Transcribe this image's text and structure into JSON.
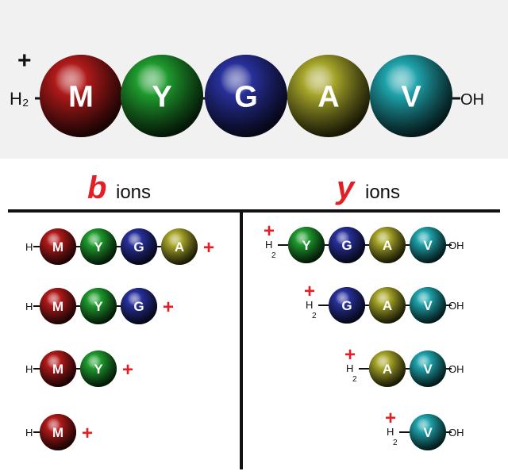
{
  "colors": {
    "M": "#b01a1a",
    "Y": "#1f9a2e",
    "G": "#28309a",
    "A": "#a6a52a",
    "V": "#1fa3ab",
    "accent_red": "#e31e24",
    "top_band": "#f1f1f1",
    "line": "#111111"
  },
  "peptide": {
    "residues": [
      "M",
      "Y",
      "G",
      "A",
      "V"
    ],
    "n_term_charge": "+",
    "n_term": "H₂",
    "c_term": "OH"
  },
  "b_ions": {
    "heading_letter": "b",
    "heading_word": "ions",
    "fragments": [
      {
        "residues": [
          "M",
          "Y",
          "G",
          "A"
        ],
        "n_term": "H",
        "charge": "+"
      },
      {
        "residues": [
          "M",
          "Y",
          "G"
        ],
        "n_term": "H",
        "charge": "+"
      },
      {
        "residues": [
          "M",
          "Y"
        ],
        "n_term": "H",
        "charge": "+"
      },
      {
        "residues": [
          "M"
        ],
        "n_term": "H",
        "charge": "+"
      }
    ]
  },
  "y_ions": {
    "heading_letter": "y",
    "heading_word": "ions",
    "fragments": [
      {
        "residues": [
          "Y",
          "G",
          "A",
          "V"
        ],
        "n_term": "H",
        "n_term_sub": "2",
        "charge": "+",
        "c_term": "OH"
      },
      {
        "residues": [
          "G",
          "A",
          "V"
        ],
        "n_term": "H",
        "n_term_sub": "2",
        "charge": "+",
        "c_term": "OH"
      },
      {
        "residues": [
          "A",
          "V"
        ],
        "n_term": "H",
        "n_term_sub": "2",
        "charge": "+",
        "c_term": "OH"
      },
      {
        "residues": [
          "V"
        ],
        "n_term": "H",
        "n_term_sub": "2",
        "charge": "+",
        "c_term": "OH"
      }
    ]
  }
}
